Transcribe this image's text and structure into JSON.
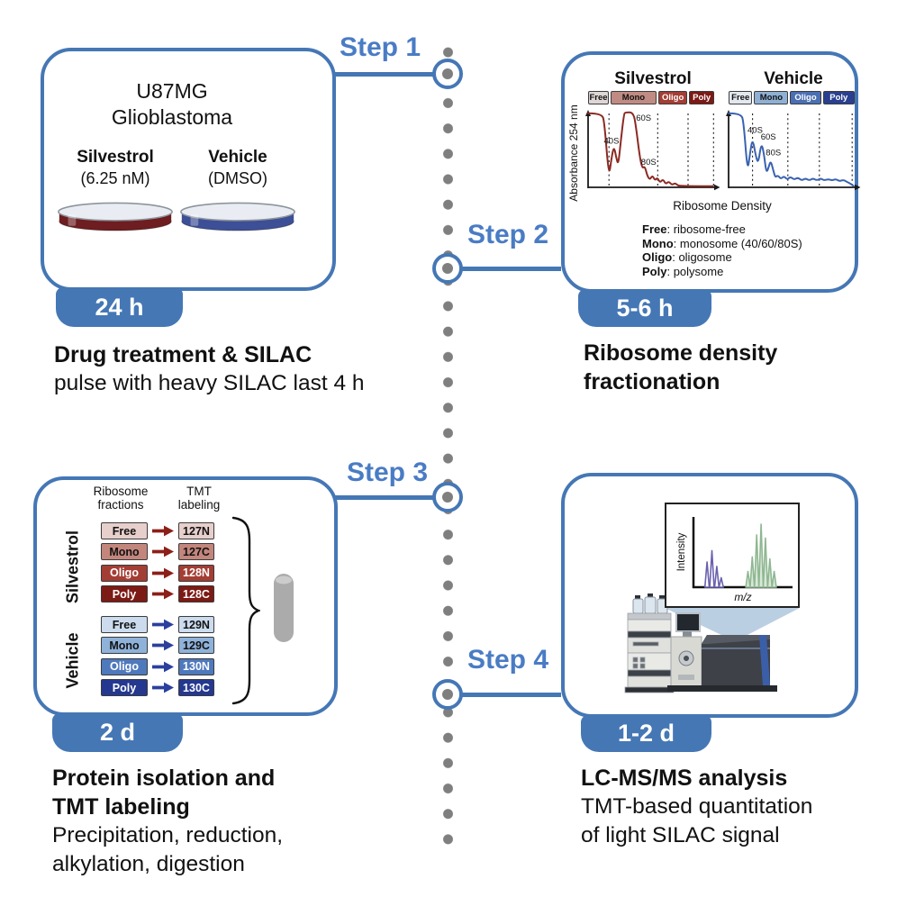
{
  "colors": {
    "accent": "#4577b5",
    "step_text": "#4a7cc4",
    "timeline_dot": "#7f7f7f"
  },
  "steps": [
    {
      "label": "Step 1"
    },
    {
      "label": "Step 2"
    },
    {
      "label": "Step 3"
    },
    {
      "label": "Step 4"
    }
  ],
  "panel1": {
    "cell_line": "U87MG",
    "cell_type": "Glioblastoma",
    "conditions": [
      {
        "name": "Silvestrol",
        "dose": "(6.25 nM)",
        "dish_color": "#6e1d20"
      },
      {
        "name": "Vehicle",
        "dose": "(DMSO)",
        "dish_color": "#3d4f96"
      }
    ],
    "badge": "24 h",
    "caption": {
      "lines": [
        {
          "text": "Drug treatment & SILAC",
          "bold": true
        },
        {
          "text": "pulse with heavy SILAC last 4 h",
          "bold": false
        }
      ]
    }
  },
  "panel2": {
    "badge": "5-6 h",
    "caption": {
      "lines": [
        {
          "text": "Ribosome density",
          "bold": true
        },
        {
          "text": "fractionation",
          "bold": true
        }
      ]
    },
    "legend": [
      {
        "term": "Free",
        "desc": "ribosome-free"
      },
      {
        "term": "Mono",
        "desc": "monosome (40/60/80S)"
      },
      {
        "term": "Oligo",
        "desc": "oligosome"
      },
      {
        "term": "Poly",
        "desc": "polysome"
      }
    ]
  },
  "panel3": {
    "badge": "2 d",
    "caption": {
      "lines": [
        {
          "text": "Protein isolation and",
          "bold": true
        },
        {
          "text": "TMT labeling",
          "bold": true
        },
        {
          "text": "Precipitation, reduction,",
          "bold": false
        },
        {
          "text": "alkylation, digestion",
          "bold": false
        }
      ]
    },
    "col_headers": [
      {
        "lines": [
          "Ribosome",
          "fractions"
        ]
      },
      {
        "lines": [
          "TMT",
          "labeling"
        ]
      }
    ],
    "groups": [
      {
        "label": "Silvestrol",
        "arrow": "#8c1f17",
        "rows": [
          {
            "fraction": "Free",
            "tag": "127N",
            "bg": "#e7cfcc",
            "fg": "#111111"
          },
          {
            "fraction": "Mono",
            "tag": "127C",
            "bg": "#c3867d",
            "fg": "#111111"
          },
          {
            "fraction": "Oligo",
            "tag": "128N",
            "bg": "#a33e35",
            "fg": "#ffffff"
          },
          {
            "fraction": "Poly",
            "tag": "128C",
            "bg": "#7c1a15",
            "fg": "#ffffff"
          }
        ]
      },
      {
        "label": "Vehicle",
        "arrow": "#2b3f9e",
        "rows": [
          {
            "fraction": "Free",
            "tag": "129N",
            "bg": "#ccdcee",
            "fg": "#111111"
          },
          {
            "fraction": "Mono",
            "tag": "129C",
            "bg": "#8fb2d9",
            "fg": "#111111"
          },
          {
            "fraction": "Oligo",
            "tag": "130N",
            "bg": "#4f79bd",
            "fg": "#ffffff"
          },
          {
            "fraction": "Poly",
            "tag": "130C",
            "bg": "#25388f",
            "fg": "#ffffff"
          }
        ]
      }
    ]
  },
  "panel4": {
    "badge": "1-2 d",
    "caption": {
      "lines": [
        {
          "text": "LC-MS/MS analysis",
          "bold": true
        },
        {
          "text": "TMT-based quantitation",
          "bold": false
        },
        {
          "text": "of light SILAC signal",
          "bold": false
        }
      ]
    }
  },
  "chart_data": [
    {
      "type": "line",
      "id": "polysome-profile-silvestrol",
      "title": "Silvestrol",
      "ylabel": "Absorbance 254 nm",
      "xlabel": "Ribosome Density",
      "line_color": "#8b2a23",
      "grid": false,
      "fraction_boundaries_pct": [
        16.6,
        55.2,
        79.3,
        99.5
      ],
      "fractions": [
        {
          "label": "Free",
          "width_pct": 16.6,
          "bg": "#ded7d6",
          "fg": "#111111"
        },
        {
          "label": "Mono",
          "width_pct": 38.6,
          "bg": "#c08b82",
          "fg": "#111111"
        },
        {
          "label": "Oligo",
          "width_pct": 24.1,
          "bg": "#a33e35",
          "fg": "#ffffff"
        },
        {
          "label": "Poly",
          "width_pct": 20.2,
          "bg": "#7c1a15",
          "fg": "#ffffff"
        }
      ],
      "points_pct": [
        [
          0,
          98
        ],
        [
          11,
          98
        ],
        [
          13,
          85
        ],
        [
          16.5,
          13
        ],
        [
          18.5,
          38
        ],
        [
          20.5,
          55
        ],
        [
          22.5,
          38
        ],
        [
          24,
          30
        ],
        [
          26,
          62
        ],
        [
          28.5,
          97
        ],
        [
          29.5,
          99
        ],
        [
          36,
          99
        ],
        [
          38,
          80
        ],
        [
          41,
          40
        ],
        [
          43,
          25
        ],
        [
          45,
          28
        ],
        [
          47,
          15
        ],
        [
          49,
          10
        ],
        [
          51,
          16
        ],
        [
          53,
          9
        ],
        [
          55,
          13
        ],
        [
          57,
          6
        ],
        [
          59.5,
          11
        ],
        [
          61.5,
          4
        ],
        [
          64,
          8
        ],
        [
          66.5,
          3
        ],
        [
          69,
          6
        ],
        [
          71.5,
          2
        ],
        [
          75,
          2
        ],
        [
          80,
          1.5
        ],
        [
          99,
          1.5
        ]
      ],
      "peak_labels": [
        {
          "text": "40S",
          "x_pct": 12.5,
          "y_pct": 58
        },
        {
          "text": "60S",
          "x_pct": 38,
          "y_pct": 88
        },
        {
          "text": "80S",
          "x_pct": 42,
          "y_pct": 30
        }
      ]
    },
    {
      "type": "line",
      "id": "polysome-profile-vehicle",
      "title": "Vehicle",
      "ylabel": "Absorbance 254 nm",
      "xlabel": "Ribosome Density",
      "line_color": "#3a62b0",
      "grid": false,
      "fraction_boundaries_pct": [
        19,
        47,
        72,
        98
      ],
      "fractions": [
        {
          "label": "Free",
          "width_pct": 19,
          "bg": "#e3e8ee",
          "fg": "#111111"
        },
        {
          "label": "Mono",
          "width_pct": 28,
          "bg": "#8fb0d4",
          "fg": "#111111"
        },
        {
          "label": "Oligo",
          "width_pct": 25,
          "bg": "#4a6fb3",
          "fg": "#ffffff"
        },
        {
          "label": "Poly",
          "width_pct": 26,
          "bg": "#2a3f8f",
          "fg": "#ffffff"
        }
      ],
      "points_pct": [
        [
          0,
          98
        ],
        [
          10,
          98
        ],
        [
          12,
          85
        ],
        [
          15,
          20
        ],
        [
          17,
          45
        ],
        [
          19,
          65
        ],
        [
          21.5,
          42
        ],
        [
          23.5,
          31
        ],
        [
          26,
          59
        ],
        [
          28,
          45
        ],
        [
          30,
          18
        ],
        [
          32,
          28
        ],
        [
          33.5,
          35
        ],
        [
          35.5,
          22
        ],
        [
          37,
          13
        ],
        [
          39,
          16
        ],
        [
          41.5,
          11
        ],
        [
          44,
          15
        ],
        [
          46.5,
          10
        ],
        [
          49,
          14
        ],
        [
          52,
          10
        ],
        [
          55,
          13
        ],
        [
          58,
          9
        ],
        [
          61,
          12
        ],
        [
          64,
          9
        ],
        [
          67,
          12
        ],
        [
          70,
          9
        ],
        [
          73,
          12
        ],
        [
          76,
          9
        ],
        [
          79,
          11
        ],
        [
          82,
          9
        ],
        [
          85,
          11
        ],
        [
          88,
          8
        ],
        [
          91,
          10
        ],
        [
          94,
          7
        ],
        [
          96.5,
          5
        ],
        [
          99,
          2
        ]
      ],
      "peak_labels": [
        {
          "text": "40S",
          "x_pct": 15,
          "y_pct": 72
        },
        {
          "text": "60S",
          "x_pct": 25.5,
          "y_pct": 63
        },
        {
          "text": "80S",
          "x_pct": 29.5,
          "y_pct": 42
        }
      ]
    },
    {
      "type": "spectrum",
      "id": "ms-spectrum-inset",
      "ylabel": "Intensity",
      "xlabel": "m/z",
      "clusters": [
        {
          "name": "heavy-silac-cluster",
          "stroke": "#6a61ad",
          "fill": "#ffffff",
          "peaks": [
            {
              "x_pct": 14,
              "h_pct": 40
            },
            {
              "x_pct": 19,
              "h_pct": 58
            },
            {
              "x_pct": 24,
              "h_pct": 33
            },
            {
              "x_pct": 28.5,
              "h_pct": 15
            }
          ]
        },
        {
          "name": "light-silac-cluster",
          "stroke": "#8fb792",
          "fill": "#d8e8d8",
          "peaks": [
            {
              "x_pct": 56,
              "h_pct": 25
            },
            {
              "x_pct": 60.5,
              "h_pct": 48
            },
            {
              "x_pct": 65,
              "h_pct": 83
            },
            {
              "x_pct": 69.5,
              "h_pct": 100
            },
            {
              "x_pct": 74,
              "h_pct": 78
            },
            {
              "x_pct": 78.5,
              "h_pct": 45
            },
            {
              "x_pct": 83,
              "h_pct": 25
            }
          ]
        }
      ]
    }
  ]
}
